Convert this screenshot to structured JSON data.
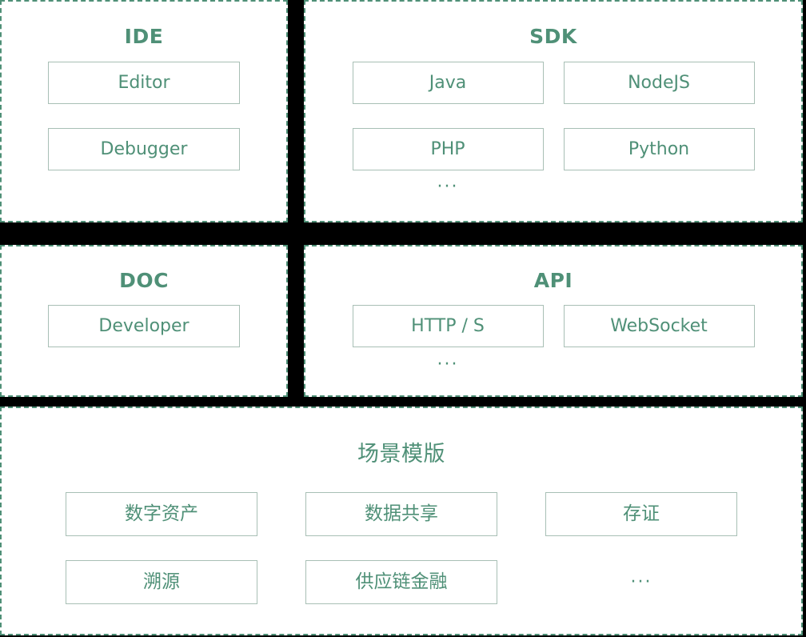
{
  "theme": {
    "background": "#000000",
    "panel_background": "#ffffff",
    "accent": "#4F9077",
    "box_border": "#A8BFB5"
  },
  "panels": {
    "ide": {
      "title": "IDE",
      "items": [
        "Editor",
        "Debugger"
      ]
    },
    "sdk": {
      "title": "SDK",
      "items": [
        "Java",
        "NodeJS",
        "PHP",
        "Python"
      ],
      "more": "···"
    },
    "doc": {
      "title": "DOC",
      "items": [
        "Developer"
      ]
    },
    "api": {
      "title": "API",
      "items": [
        "HTTP / S",
        "WebSocket"
      ],
      "more": "···"
    },
    "scenario": {
      "title": "场景模版",
      "items": [
        "数字资产",
        "数据共享",
        "存证",
        "溯源",
        "供应链金融"
      ],
      "more": "···"
    }
  }
}
